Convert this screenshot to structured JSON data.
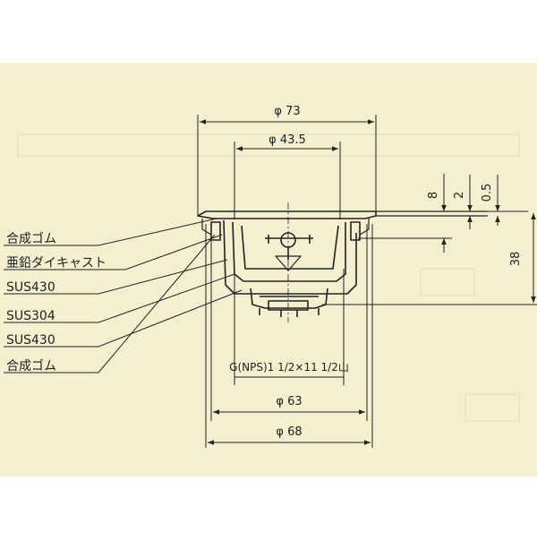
{
  "colors": {
    "paper": "#f3efcf",
    "ink": "#222222"
  },
  "dimensions": {
    "phi73": "φ 73",
    "phi43_5": "φ 43.5",
    "phi63": "φ 63",
    "phi68": "φ 68",
    "d8": "8",
    "d2": "2",
    "d0_5": "0.5",
    "d38": "38"
  },
  "thread": {
    "label": "G(NPS)1 1/2×11 1/2山"
  },
  "parts": [
    {
      "label": "合成ゴム"
    },
    {
      "label": "亜鉛ダイキャスト"
    },
    {
      "label": "SUS430"
    },
    {
      "label": "SUS304"
    },
    {
      "label": "SUS430"
    },
    {
      "label": "合成ゴム"
    }
  ]
}
